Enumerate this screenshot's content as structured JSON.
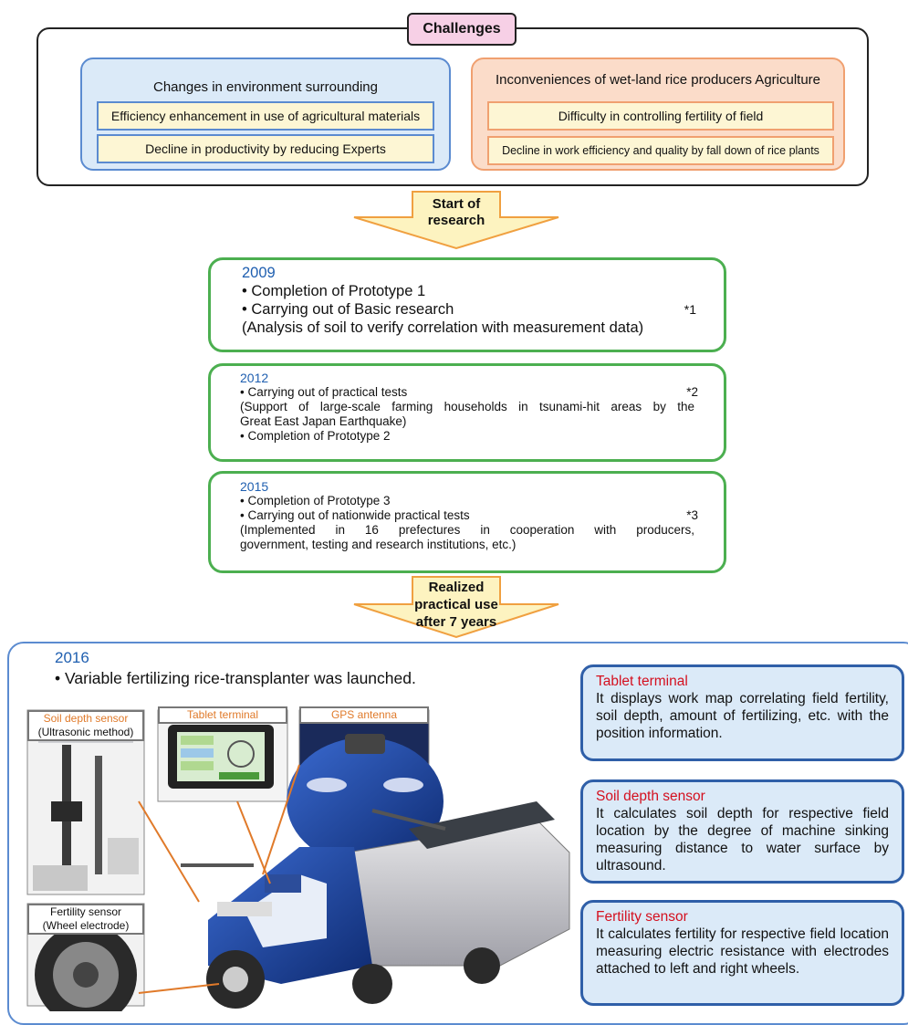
{
  "challenges": {
    "title": "Challenges",
    "left_panel": {
      "title": "Changes in environment surrounding",
      "items": [
        "Efficiency enhancement in use of  agricultural materials",
        "Decline in productivity by reducing Experts"
      ]
    },
    "right_panel": {
      "title": "Inconveniences of wet-land rice producers Agriculture",
      "items": [
        "Difficulty in controlling fertility of field",
        "Decline in work efficiency and quality by fall down of rice plants"
      ]
    }
  },
  "arrow1": {
    "line1": "Start of",
    "line2": "research"
  },
  "timeline": [
    {
      "year": "2009",
      "line1": "• Completion of Prototype 1",
      "line2": "• Carrying out of Basic research",
      "note": "*1",
      "line3": "(Analysis of soil to verify correlation with measurement data)"
    },
    {
      "year": "2012",
      "line1": "• Carrying out of practical tests",
      "note": "*2",
      "line2": "(Support of large-scale farming households in tsunami-hit areas by the",
      "line3": "Great East Japan Earthquake)",
      "line4": "• Completion of Prototype 2"
    },
    {
      "year": "2015",
      "line1": "• Completion of Prototype 3",
      "line2": "• Carrying out of nationwide practical tests",
      "note": "*3",
      "line3": "(Implemented in 16 prefectures in cooperation with producers,",
      "line4": "government, testing and research institutions, etc.)"
    }
  ],
  "arrow2": {
    "line1": "Realized",
    "line2": "practical use",
    "line3": "after 7 years"
  },
  "launch": {
    "year": "2016",
    "text": "• Variable fertilizing rice-transplanter was launched."
  },
  "photo_labels": {
    "soil_sensor_name": "Soil depth sensor",
    "soil_sensor_method": "(Ultrasonic method)",
    "tablet": "Tablet terminal",
    "gps": "GPS antenna",
    "fertility_sensor_name": "Fertility sensor",
    "fertility_sensor_method": "(Wheel electrode)"
  },
  "info_boxes": [
    {
      "title": "Tablet terminal",
      "body": "It displays work map correlating field fertility, soil depth, amount of fertilizing, etc. with the position information."
    },
    {
      "title": "Soil depth sensor",
      "body": "It calculates soil depth for respective field location by the degree of machine sinking measuring distance to water surface by ultrasound."
    },
    {
      "title": "Fertility sensor",
      "body": "It calculates fertility for respective field location measuring electric resistance with electrodes attached to left and right wheels."
    }
  ],
  "colors": {
    "challenges_title_bg": "#f7d0e6",
    "left_panel_bg": "#dbeaf8",
    "right_panel_bg": "#fbdcc9",
    "item_bg": "#fdf6d4",
    "timeline_border": "#4caf50",
    "year_text": "#1f5fb0",
    "info_title": "#d4101f",
    "info_border": "#2f5fa8",
    "arrow_fill": "#fdf3c0",
    "arrow_stroke": "#f0a040",
    "callout_line": "#e07a2a"
  }
}
